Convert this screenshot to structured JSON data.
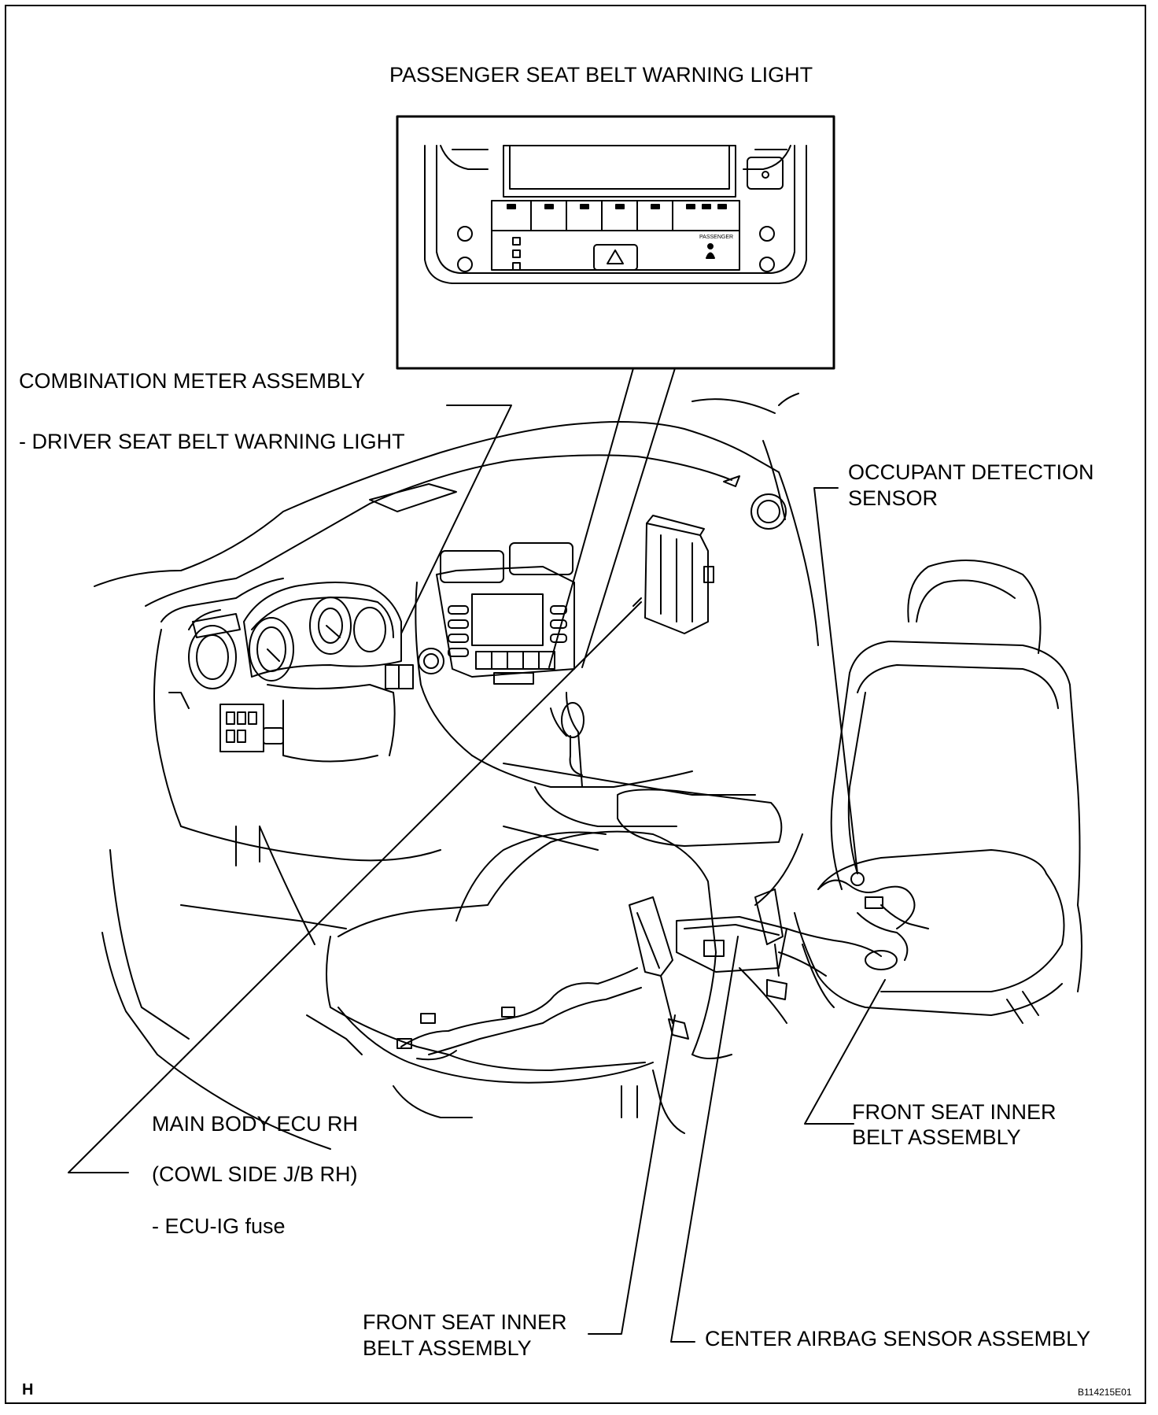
{
  "labels": {
    "passenger_light": "PASSENGER SEAT BELT WARNING LIGHT",
    "combination_meter": "COMBINATION METER ASSEMBLY",
    "driver_light": "- DRIVER SEAT BELT WARNING LIGHT",
    "occupant_sensor_1": "OCCUPANT DETECTION",
    "occupant_sensor_2": "SENSOR",
    "front_belt_right_1": "FRONT SEAT INNER",
    "front_belt_right_2": "BELT ASSEMBLY",
    "main_body_ecu": "MAIN BODY ECU RH",
    "cowl_side": "(COWL SIDE J/B RH)",
    "ecu_fuse": "- ECU-IG fuse",
    "front_belt_left_1": "FRONT SEAT INNER",
    "front_belt_left_2": "BELT ASSEMBLY",
    "center_airbag": "CENTER AIRBAG SENSOR ASSEMBLY"
  },
  "inset": {
    "panel_label": "PASSENGER"
  },
  "corner_letter": "H",
  "figure_code": "B114215E01"
}
